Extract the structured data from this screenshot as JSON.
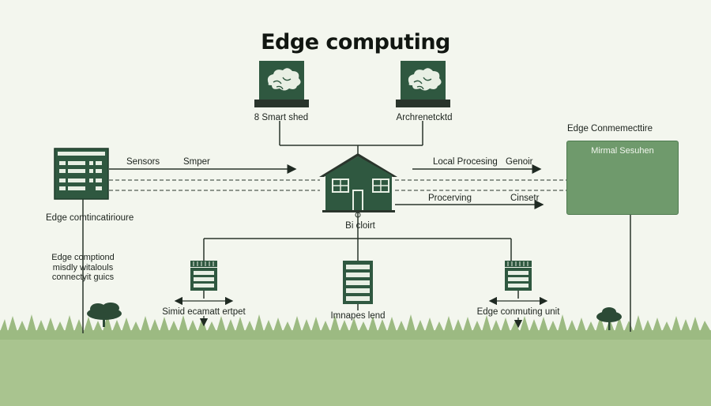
{
  "title": "Edge computing",
  "top_left_box": {
    "label": "8 Smart shed"
  },
  "top_right_box": {
    "label": "Archrenetcktd"
  },
  "left_device": {
    "label": "Edge comtincatirioure"
  },
  "left_note": {
    "lines": [
      "Edge comptiond",
      "misdly witalouls",
      "connectyit guics"
    ]
  },
  "arrow_left": {
    "label_a": "Sensors",
    "label_b": "Smper"
  },
  "arrow_right_top": {
    "label_a": "Local Procesing",
    "label_b": "Genoir"
  },
  "arrow_right_bottom": {
    "label_a": "Procerving",
    "label_b": "Cinsetr"
  },
  "house": {
    "label": "Bi cloirt"
  },
  "right_panel": {
    "header": "Edge Conmemecttire",
    "title": "Mirmal Sesuhen"
  },
  "bottom_left_unit": {
    "label": "Simid ecamatt ertpet"
  },
  "bottom_mid_unit": {
    "label": "Imnapes lend"
  },
  "bottom_right_unit": {
    "label": "Edge conmuting unit"
  },
  "colors": {
    "primary": "#2f5840",
    "panel": "#6f9a6c",
    "background": "#f3f6ee",
    "grass": "#a9c48f"
  }
}
